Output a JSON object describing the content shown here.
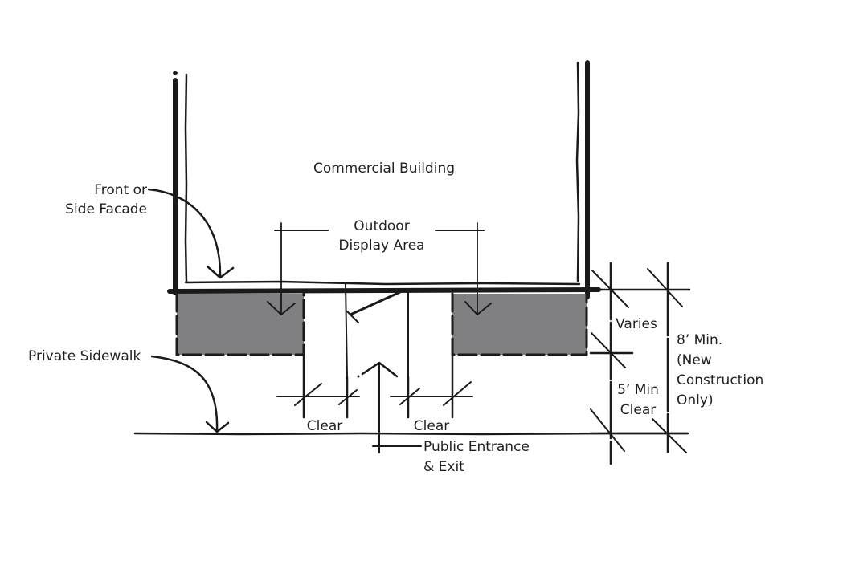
{
  "diagram": {
    "title": "Commercial Building",
    "colors": {
      "ink": "#1a1a1a",
      "text": "#231f20",
      "display_area_fill": "#808082",
      "background": "#ffffff"
    },
    "labels": {
      "building": "Commercial Building",
      "facade_line1": "Front or",
      "facade_line2": "Side Facade",
      "display_line1": "Outdoor",
      "display_line2": "Display Area",
      "private_sidewalk": "Private Sidewalk",
      "clear_left": "Clear",
      "clear_right": "Clear",
      "entrance_line1": "Public Entrance",
      "entrance_line2": "& Exit",
      "varies": "Varies",
      "min_clear_line1": "5’ Min",
      "min_clear_line2": "Clear",
      "eight_min_line1": "8’ Min.",
      "eight_min_line2": "(New",
      "eight_min_line3": "Construction",
      "eight_min_line4": "Only)"
    }
  }
}
